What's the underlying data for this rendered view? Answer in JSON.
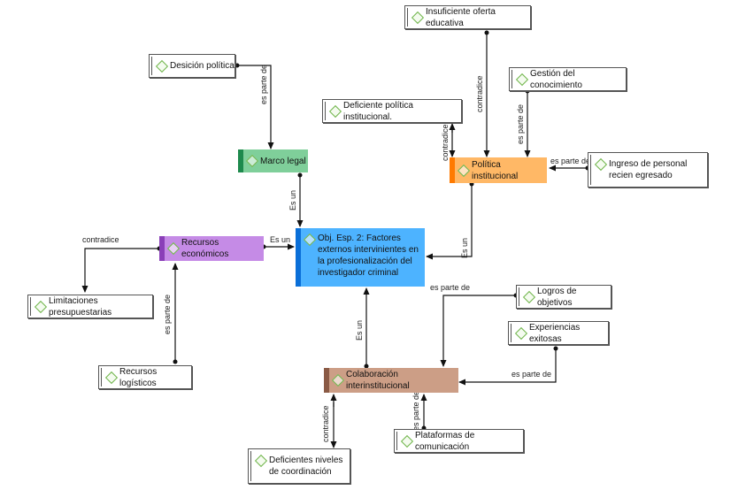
{
  "nodes": {
    "insuficiente": "Insuficiente oferta educativa",
    "desicion": "Desición política",
    "gestion": "Gestión del conocimiento",
    "deficiente_politica": "Deficiente política institucional.",
    "marco_legal": "Marco legal",
    "politica_institucional": "Política institucional",
    "ingreso": "Ingreso de personal recien egresado",
    "recursos_economicos": "Recursos económicos",
    "objetivo": "Obj. Esp. 2: Factores externos intervinientes en la profesionalización del investigador criminal",
    "limitaciones": "Limitaciones presupuestarias",
    "recursos_logisticos": "Recursos logísticos",
    "logros": "Logros de objetivos",
    "experiencias": "Experiencias exitosas",
    "colaboracion": "Colaboración interinstitucional",
    "plataformas": "Plataformas de comunicación",
    "deficientes_niveles": "Deficientes niveles de coordinación"
  },
  "edges": {
    "es_parte_de": "es parte de",
    "es_un": "Es un",
    "contradice": "contradice"
  },
  "colors": {
    "green": "#7fcf9a",
    "green_stripe": "#1e8a4d",
    "orange": "#ffb866",
    "orange_stripe": "#ff7a00",
    "purple": "#c58be6",
    "purple_stripe": "#8a3fb8",
    "blue": "#4db3ff",
    "blue_stripe": "#0a6fd8",
    "brown": "#cc9e86",
    "brown_stripe": "#8a5a45",
    "icon": "#6fb54a"
  }
}
